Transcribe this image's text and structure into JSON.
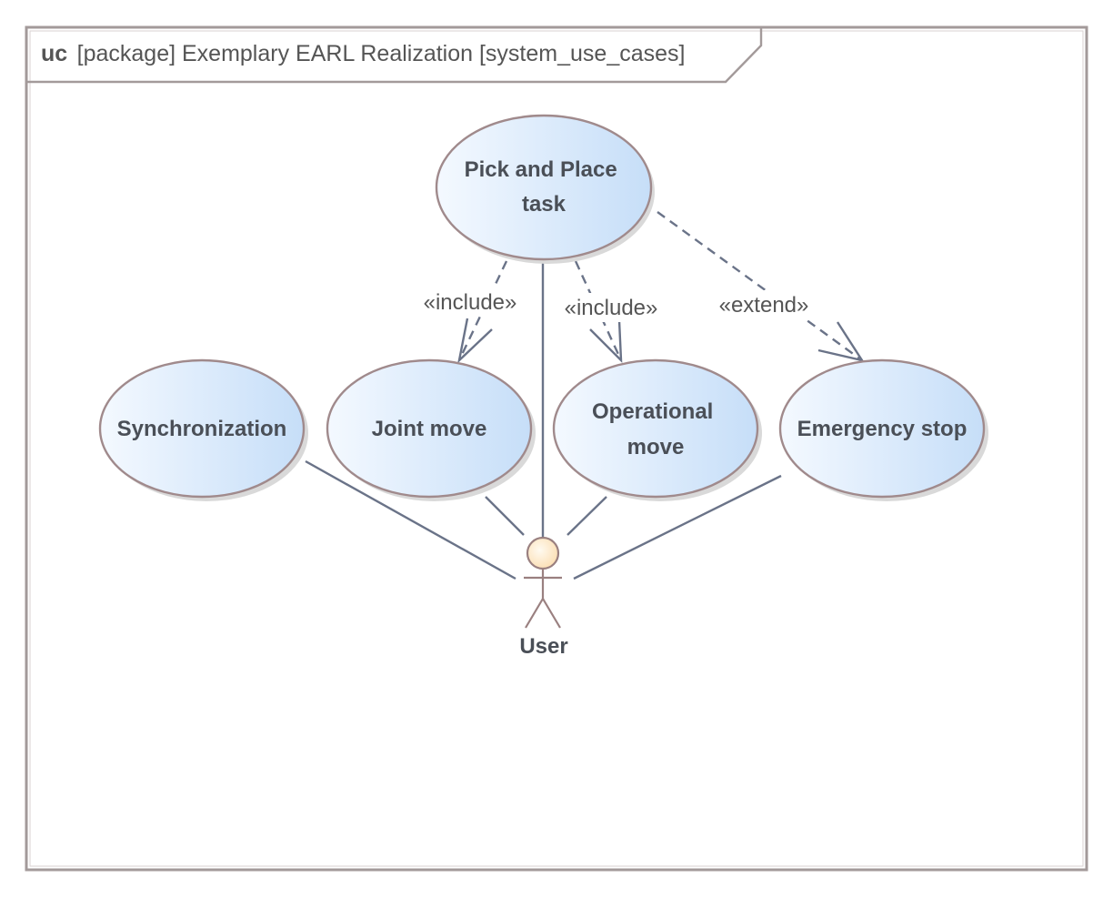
{
  "frame": {
    "kind": "uc",
    "title": "[package] Exemplary EARL Realization [system_use_cases]"
  },
  "use_cases": {
    "pick_and_place": [
      "Pick and Place",
      "task"
    ],
    "synchronization": [
      "Synchronization"
    ],
    "joint_move": [
      "Joint move"
    ],
    "operational_move": [
      "Operational",
      "move"
    ],
    "emergency_stop": [
      "Emergency stop"
    ]
  },
  "actor": {
    "name": "User"
  },
  "relations": {
    "include_joint": "«include»",
    "include_operational": "«include»",
    "extend_emergency": "«extend»"
  },
  "colors": {
    "use_case_fill_light": "#f4f9ff",
    "use_case_fill_dark": "#c6def8",
    "use_case_border": "#a08a8c",
    "connector": "#6a7388",
    "frame_border": "#a39a9a",
    "actor_head_fill": "#fde9c8"
  }
}
